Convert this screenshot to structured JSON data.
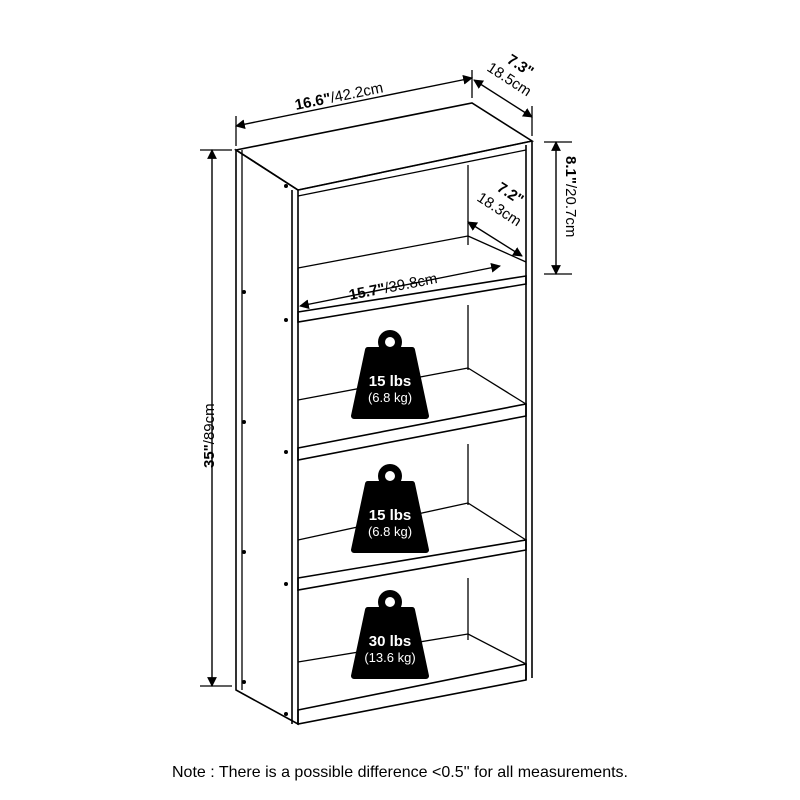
{
  "dimensions": {
    "width_in": "16.6\"",
    "width_cm": "/42.2cm",
    "depth_in": "7.3\"",
    "depth_cm": "18.5cm",
    "height_in": "35\"",
    "height_cm": "/89cm",
    "shelf_height_in": "8.1\"",
    "shelf_height_cm": "/20.7cm",
    "inner_depth_in": "7.2\"",
    "inner_depth_cm": "18.3cm",
    "inner_width_in": "15.7\"",
    "inner_width_cm": "/39.8cm"
  },
  "weight_badges": [
    {
      "lbs": "15 lbs",
      "kg": "(6.8 kg)"
    },
    {
      "lbs": "15 lbs",
      "kg": "(6.8 kg)"
    },
    {
      "lbs": "30 lbs",
      "kg": "(13.6 kg)"
    }
  ],
  "note": "Note : There is a possible difference <0.5'' for all measurements."
}
